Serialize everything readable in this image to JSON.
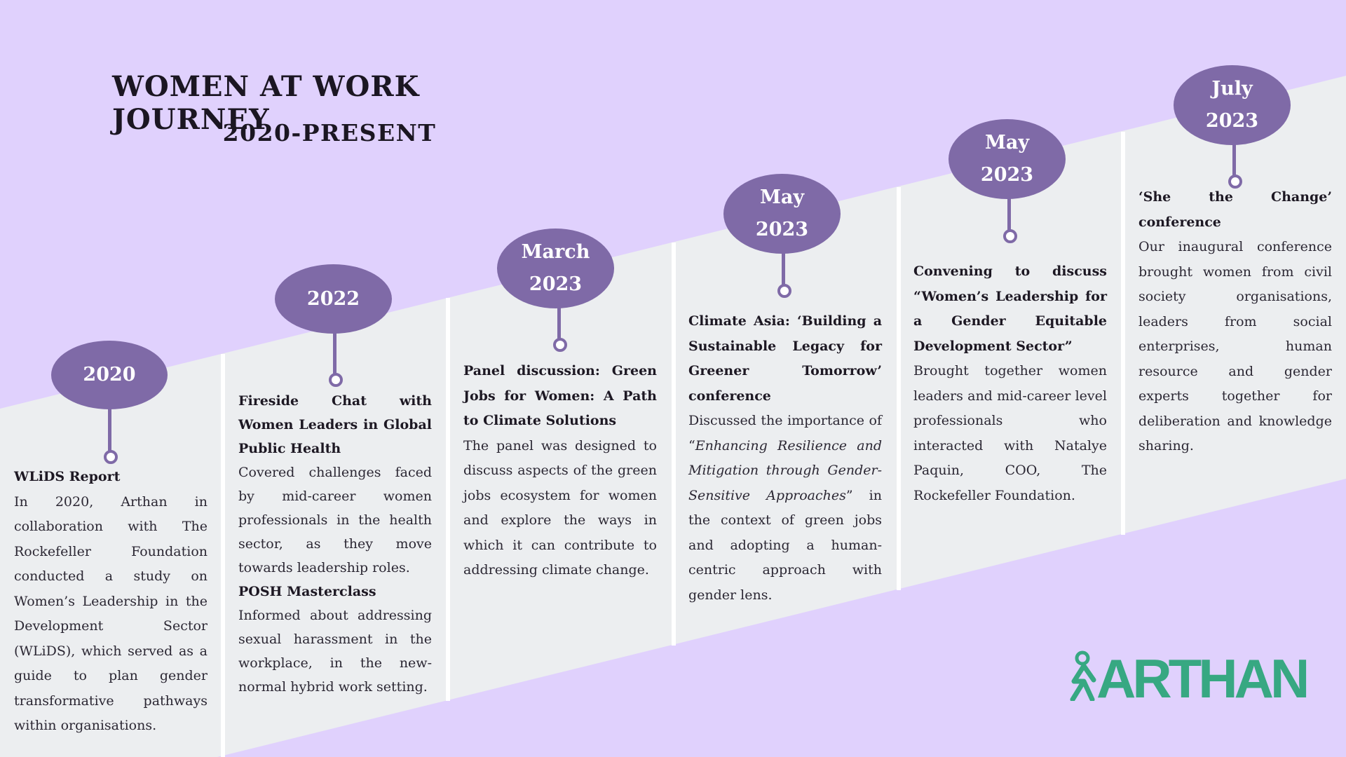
{
  "header": {
    "title": "WOMEN AT WORK JOURNEY",
    "subtitle": "2020-PRESENT"
  },
  "colors": {
    "background": "#e0d1fd",
    "band": "#eceef0",
    "bubble": "#7f6aa7",
    "logo": "#37a882"
  },
  "milestones": [
    {
      "label_line1": "2020",
      "label_line2": "",
      "heading": "WLiDS Report",
      "body": "In 2020, Arthan in collaboration with The Rockefeller Foundation conducted a study on Women’s Leadership in the Development Sector (WLiDS), which served as a guide to plan gender transformative pathways within organisations."
    },
    {
      "label_line1": "2022",
      "label_line2": "",
      "heading": "Fireside Chat with Women Leaders in Global Public Health",
      "body": "Covered challenges faced by mid-career women professionals in the health sector, as they move towards leadership roles.",
      "heading2": "POSH Masterclass",
      "body2": "Informed about addressing sexual harassment in the workplace, in the new-normal hybrid work setting."
    },
    {
      "label_line1": "March",
      "label_line2": "2023",
      "heading": "Panel discussion: Green Jobs for Women:  A Path to Climate Solutions",
      "body": "The panel was designed to discuss aspects of the green jobs ecosystem for women and explore the ways in which it can contribute to addressing climate change."
    },
    {
      "label_line1": "May",
      "label_line2": "2023",
      "heading": "Climate Asia: ‘Building a Sustainable Legacy for Greener Tomorrow’ conference",
      "body_prefix": "Discussed the importance of “",
      "body_italic": "Enhancing Resilience and Mitigation through Gender-Sensitive Approaches",
      "body_suffix": "” in the context of green jobs and adopting a human-centric approach with gender lens."
    },
    {
      "label_line1": "May",
      "label_line2": "2023",
      "heading": "Convening to discuss “Women’s Leadership for a Gender Equitable Development Sector”",
      "body": "Brought together women leaders and mid-career level professionals who interacted with Natalye Paquin, COO, The Rockefeller Foundation."
    },
    {
      "label_line1": "July",
      "label_line2": "2023",
      "heading": "‘She the Change’ conference",
      "body": "Our inaugural conference brought women from civil society organisations, leaders from social enterprises, human resource and gender experts together for deliberation and knowledge sharing."
    }
  ],
  "logo": {
    "text": "ARTHAN",
    "icon": "walking-person-icon"
  }
}
